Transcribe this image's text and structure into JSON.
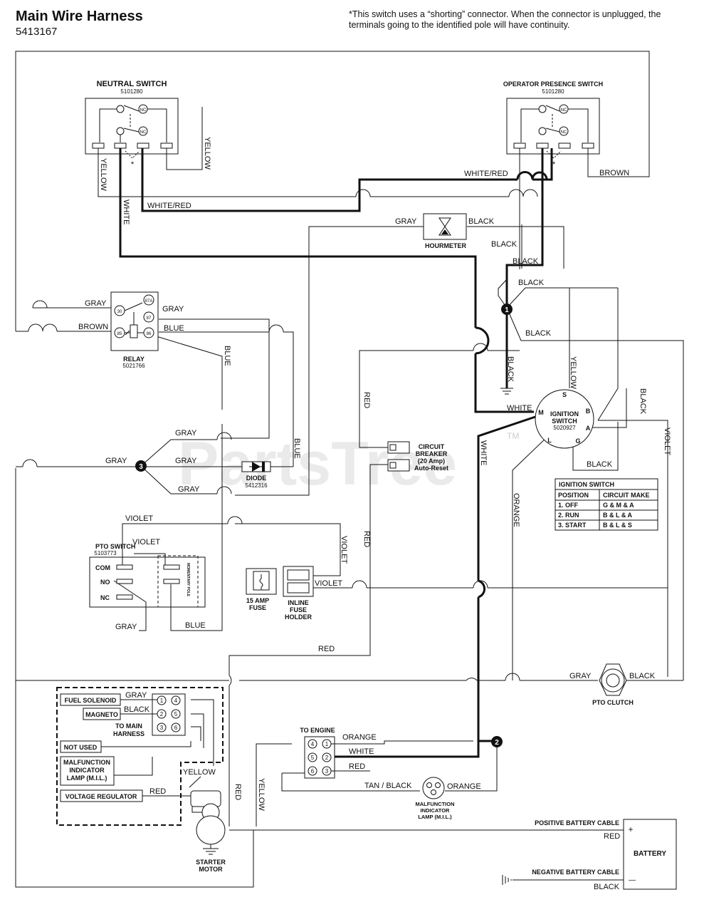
{
  "header": {
    "title": "Main Wire Harness",
    "part_number": "5413167",
    "note": "*This switch uses a “shorting” connector. When the connector is unplugged, the terminals going to the identified pole will have continuity."
  },
  "watermark": {
    "text": "PartsTree",
    "tm": "TM"
  },
  "components": {
    "neutral_switch": {
      "name": "NEUTRAL SWITCH",
      "part": "5101280",
      "nc1": "NC",
      "nc2": "NC",
      "star": "*"
    },
    "operator_switch": {
      "name": "OPERATOR PRESENCE SWITCH",
      "part": "5101280",
      "nc1": "NC",
      "nc2": "NC",
      "star": "*"
    },
    "hourmeter": {
      "name": "HOURMETER"
    },
    "relay": {
      "name": "RELAY",
      "part": "5021766",
      "pins": [
        "30",
        "87A",
        "87",
        "85",
        "86"
      ]
    },
    "diode": {
      "name": "DIODE",
      "part": "5412316"
    },
    "circuit_breaker": {
      "line1": "CIRCUIT",
      "line2": "BREAKER",
      "line3": "(20 Amp)",
      "line4": "Auto-Reset"
    },
    "ignition_switch": {
      "name": "IGNITION",
      "name2": "SWITCH",
      "part": "5020927",
      "terminals": [
        "S",
        "M",
        "B",
        "A",
        "L",
        "G"
      ]
    },
    "pto_switch": {
      "name": "PTO SWITCH",
      "part": "5103773",
      "com": "COM",
      "no": "NO",
      "nc": "NC",
      "momentary": "MOMENTARY POLE"
    },
    "fuse": {
      "line1": "15 AMP",
      "line2": "FUSE"
    },
    "inline_fuse": {
      "line1": "INLINE",
      "line2": "FUSE",
      "line3": "HOLDER"
    },
    "pto_clutch": {
      "name": "PTO CLUTCH"
    },
    "to_main_harness": {
      "line1": "TO MAIN",
      "line2": "HARNESS",
      "pins": [
        "1",
        "4",
        "2",
        "5",
        "3",
        "6"
      ]
    },
    "fuel_solenoid": "FUEL SOLENOID",
    "magneto": "MAGNETO",
    "not_used": "NOT USED",
    "mil_box": {
      "line1": "MALFUNCTION",
      "line2": "INDICATOR",
      "line3": "LAMP (M.I.L.)"
    },
    "voltage_regulator": "VOLTAGE REGULATOR",
    "to_engine": {
      "name": "TO ENGINE",
      "pins": [
        "4",
        "1",
        "5",
        "2",
        "6",
        "3"
      ]
    },
    "mil_lamp": {
      "line1": "MALFUNCTION",
      "line2": "INDICATOR",
      "line3": "LAMP (M.I.L.)"
    },
    "starter_motor": {
      "line1": "STARTER",
      "line2": "MOTOR"
    },
    "battery": {
      "name": "BATTERY",
      "plus": "+",
      "minus": "—"
    },
    "positive_cable": "POSITIVE BATTERY CABLE",
    "negative_cable": "NEGATIVE BATTERY CABLE"
  },
  "ignition_table": {
    "title": "IGNITION SWITCH",
    "headers": [
      "POSITION",
      "CIRCUIT MAKE"
    ],
    "rows": [
      [
        "1. OFF",
        "G & M & A"
      ],
      [
        "2. RUN",
        "B & L & A"
      ],
      [
        "3. START",
        "B & L & S"
      ]
    ]
  },
  "callouts": [
    "1",
    "2",
    "3"
  ],
  "wire_labels": {
    "yellow": "YELLOW",
    "white": "WHITE",
    "white_red": "WHITE/RED",
    "brown": "BROWN",
    "gray": "GRAY",
    "black": "BLACK",
    "blue": "BLUE",
    "red": "RED",
    "violet": "VIOLET",
    "orange": "ORANGE",
    "tan_black": "TAN / BLACK"
  }
}
